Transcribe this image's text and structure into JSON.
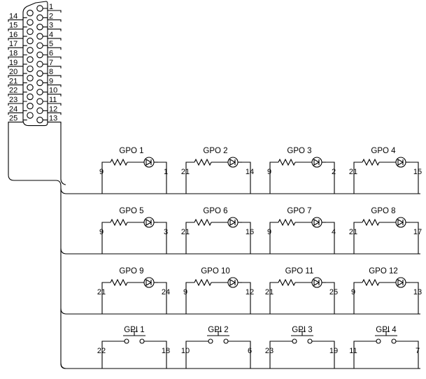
{
  "connector": {
    "top_pins": [
      "1",
      "2",
      "3",
      "4",
      "5",
      "6",
      "7",
      "8",
      "9",
      "10",
      "11",
      "12",
      "13"
    ],
    "bottom_pins": [
      "14",
      "15",
      "16",
      "17",
      "18",
      "19",
      "20",
      "21",
      "22",
      "23",
      "24",
      "25"
    ]
  },
  "circuits": [
    {
      "label": "GPO 1",
      "type": "led",
      "left_pin": "9",
      "right_pin": "1"
    },
    {
      "label": "GPO 2",
      "type": "led",
      "left_pin": "21",
      "right_pin": "14"
    },
    {
      "label": "GPO 3",
      "type": "led",
      "left_pin": "9",
      "right_pin": "2"
    },
    {
      "label": "GPO 4",
      "type": "led",
      "left_pin": "21",
      "right_pin": "15"
    },
    {
      "label": "GPO 5",
      "type": "led",
      "left_pin": "9",
      "right_pin": "3"
    },
    {
      "label": "GPO 6",
      "type": "led",
      "left_pin": "21",
      "right_pin": "16"
    },
    {
      "label": "GPO 7",
      "type": "led",
      "left_pin": "9",
      "right_pin": "4"
    },
    {
      "label": "GPO 8",
      "type": "led",
      "left_pin": "21",
      "right_pin": "17"
    },
    {
      "label": "GPO 9",
      "type": "led",
      "left_pin": "21",
      "right_pin": "24"
    },
    {
      "label": "GPO 10",
      "type": "led",
      "left_pin": "9",
      "right_pin": "12"
    },
    {
      "label": "GPO 11",
      "type": "led",
      "left_pin": "21",
      "right_pin": "25"
    },
    {
      "label": "GPO 12",
      "type": "led",
      "left_pin": "9",
      "right_pin": "13"
    },
    {
      "label": "GPI 1",
      "type": "switch",
      "left_pin": "22",
      "right_pin": "18"
    },
    {
      "label": "GPI 2",
      "type": "switch",
      "left_pin": "10",
      "right_pin": "6"
    },
    {
      "label": "GPI 3",
      "type": "switch",
      "left_pin": "23",
      "right_pin": "19"
    },
    {
      "label": "GPI 4",
      "type": "switch",
      "left_pin": "11",
      "right_pin": "7"
    }
  ]
}
